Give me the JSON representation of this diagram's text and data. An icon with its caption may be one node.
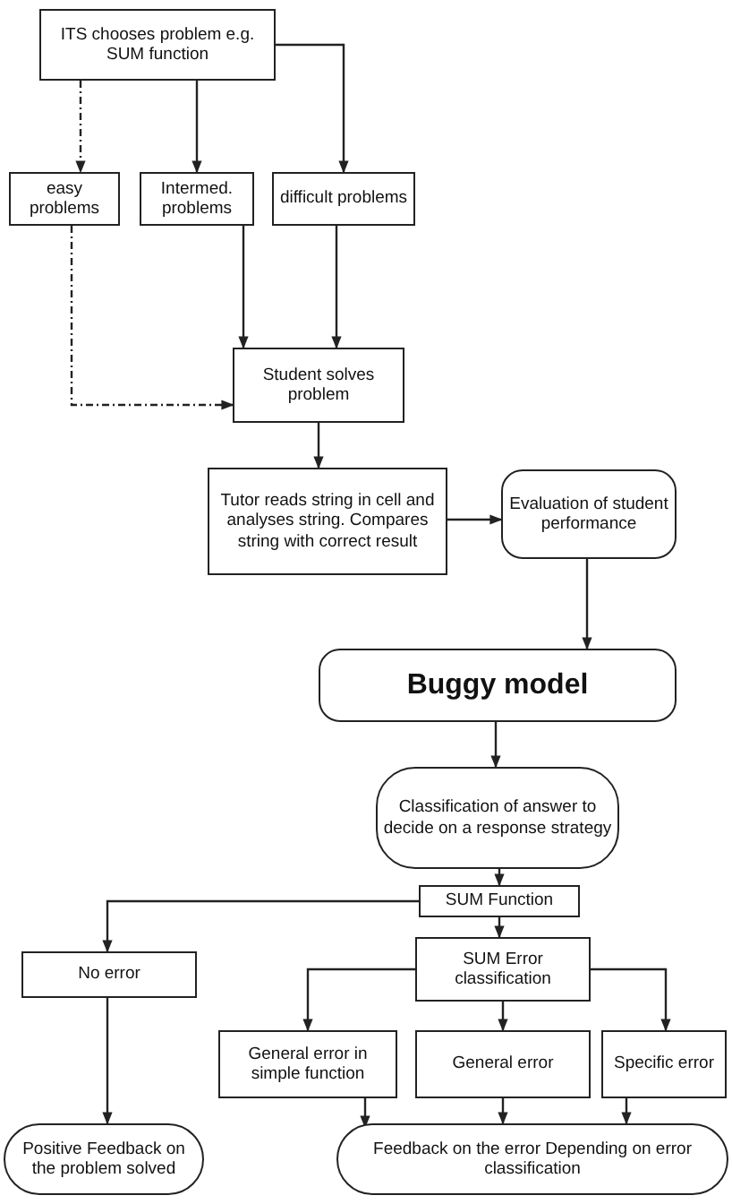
{
  "diagram": {
    "nodes": [
      {
        "text": [
          "ITS chooses problem e.g. SUM function"
        ]
      },
      {
        "text": [
          "easy problems"
        ]
      },
      {
        "text": [
          "Intermed. problems"
        ]
      },
      {
        "text": [
          "difficult problems"
        ]
      },
      {
        "text": [
          "Student solves problem"
        ]
      },
      {
        "text": [
          "Tutor reads string in cell and analyses string. Compares string with correct result"
        ]
      },
      {
        "text": [
          "Evaluation of student performance"
        ]
      },
      {
        "text": [
          "Buggy model"
        ]
      },
      {
        "text": [
          "Classification of answer to decide on a response strategy"
        ]
      },
      {
        "text": [
          "SUM Function"
        ]
      },
      {
        "text": [
          "No error"
        ]
      },
      {
        "text": [
          "SUM Error classification"
        ]
      },
      {
        "text": [
          "General error in simple function"
        ]
      },
      {
        "text": [
          "General error"
        ]
      },
      {
        "text": [
          "Specific error"
        ]
      },
      {
        "text": [
          "Positive Feedback on the problem solved"
        ]
      },
      {
        "text": [
          "Feedback on the error Depending on error classification"
        ]
      }
    ],
    "edges": [
      {
        "from": 0,
        "to": 1,
        "arrow": "to",
        "style": "dashed"
      },
      {
        "from": 0,
        "to": 2,
        "arrow": "to"
      },
      {
        "from": 0,
        "to": 3,
        "arrow": "to"
      },
      {
        "from": 1,
        "to": 4,
        "arrow": "to",
        "style": "dashed"
      },
      {
        "from": 2,
        "to": 4,
        "arrow": "to"
      },
      {
        "from": 3,
        "to": 4,
        "arrow": "to"
      },
      {
        "from": 4,
        "to": 5,
        "arrow": "to"
      },
      {
        "from": 5,
        "to": 6,
        "arrow": "to"
      },
      {
        "from": 6,
        "to": 7,
        "arrow": "to"
      },
      {
        "from": 7,
        "to": 8,
        "arrow": "to"
      },
      {
        "from": 8,
        "to": 9,
        "arrow": "to"
      },
      {
        "from": 9,
        "to": 10,
        "arrow": "to"
      },
      {
        "from": 9,
        "to": 11,
        "arrow": "to"
      },
      {
        "from": 11,
        "to": 12,
        "arrow": "to"
      },
      {
        "from": 11,
        "to": 13,
        "arrow": "to"
      },
      {
        "from": 11,
        "to": 14,
        "arrow": "to"
      },
      {
        "from": 10,
        "to": 15,
        "arrow": "to"
      },
      {
        "from": 12,
        "to": 16,
        "arrow": "to"
      },
      {
        "from": 13,
        "to": 16,
        "arrow": "to"
      },
      {
        "from": 14,
        "to": 16,
        "arrow": "to"
      }
    ]
  }
}
